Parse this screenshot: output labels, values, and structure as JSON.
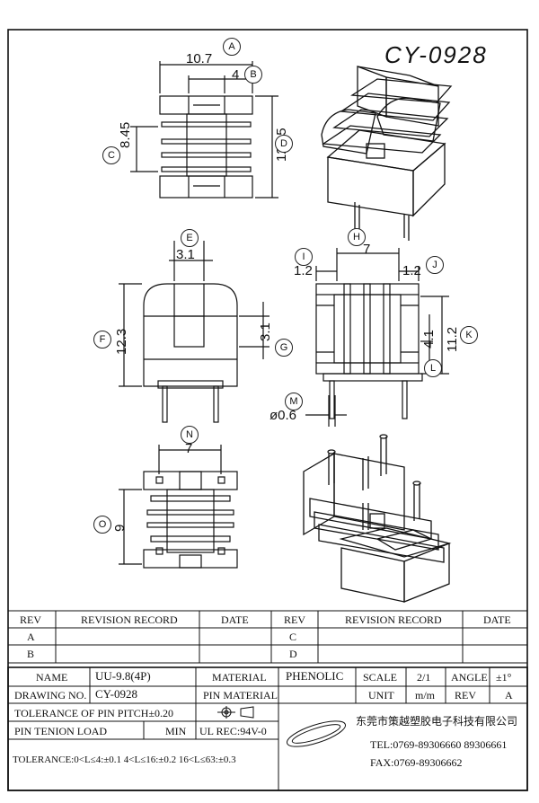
{
  "drawing_title": "CY-0928",
  "callouts": [
    "A",
    "B",
    "C",
    "D",
    "E",
    "F",
    "G",
    "H",
    "I",
    "J",
    "K",
    "L",
    "M",
    "N",
    "O"
  ],
  "dims": {
    "A": "10.7",
    "B": "4",
    "C": "8.45",
    "D": "12.15",
    "E": "3.1",
    "F": "12.3",
    "G": "3.1",
    "H": "7",
    "I": "1.2",
    "J": "1.2",
    "K1": "4.1",
    "K2": "11.2",
    "M": "ø0.6",
    "N": "7",
    "O": "9"
  },
  "revision_table": {
    "headers": [
      "REV",
      "REVISION RECORD",
      "DATE",
      "REV",
      "REVISION RECORD",
      "DATE"
    ],
    "rows": [
      [
        "A",
        "",
        "",
        "C",
        "",
        ""
      ],
      [
        "B",
        "",
        "",
        "D",
        "",
        ""
      ]
    ]
  },
  "title_block": {
    "name_label": "NAME",
    "name_value": "UU-9.8(4P)",
    "material_label": "MATERIAL",
    "material_value": "PHENOLIC",
    "scale_label": "SCALE",
    "scale_value": "2/1",
    "angle_label": "ANGLE",
    "angle_value": "±1°",
    "drawing_no_label": "DRAWING NO.",
    "drawing_no_value": "CY-0928",
    "pin_material_label": "PIN MATERIAL",
    "unit_label": "UNIT",
    "unit_value": "m/m",
    "rev_label": "REV",
    "rev_value": "A",
    "tolerance_pin_pitch": "TOLERANCE OF PIN PITCH±0.20",
    "pin_tension_label": "PIN TENION LOAD",
    "pin_tension_value": "MIN",
    "ul_rec": "UL REC:94V-0",
    "tolerance_line": "TOLERANCE:0<L≤4:±0.1   4<L≤16:±0.2   16<L≤63:±0.3",
    "company_name": "东莞市策越塑胶电子科技有限公司",
    "tel": "TEL:0769-89306660  89306661",
    "fax": "FAX:0769-89306662"
  }
}
